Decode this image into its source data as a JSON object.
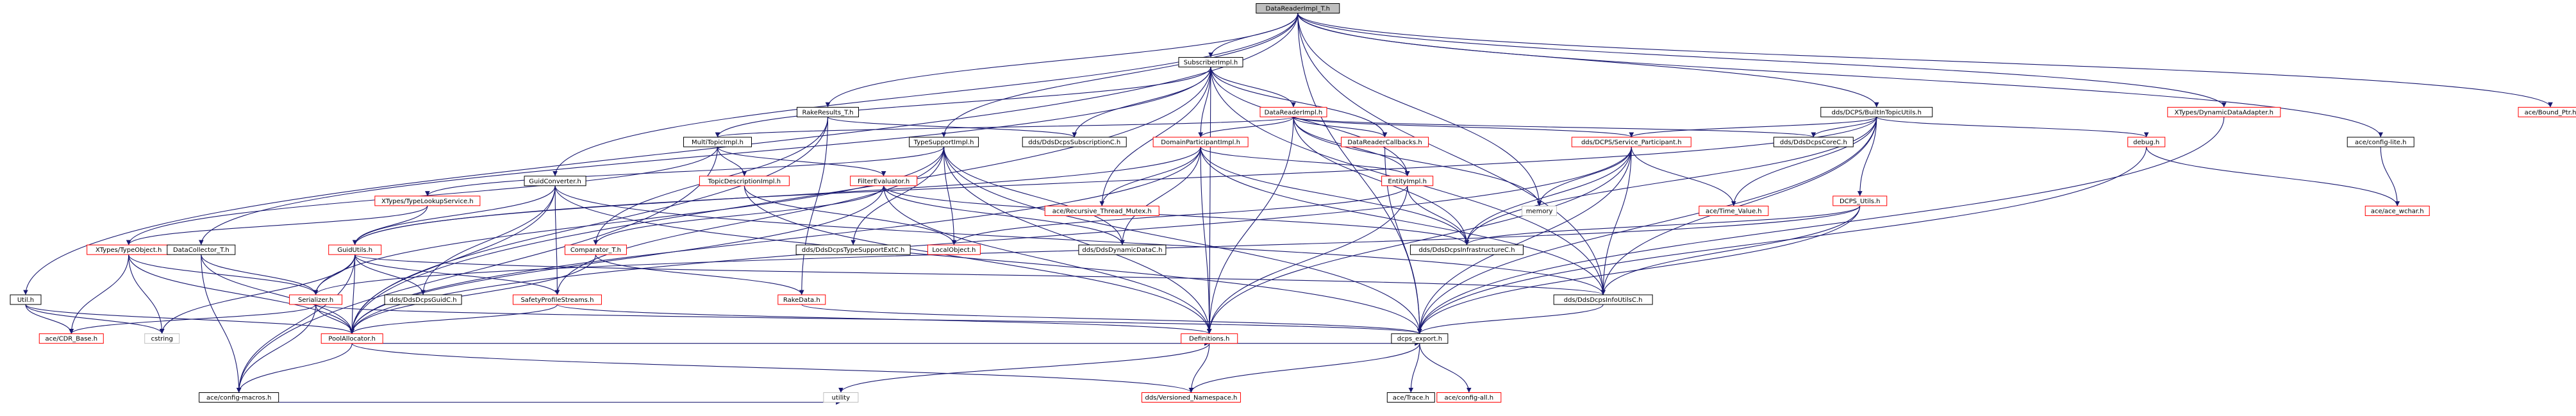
{
  "diagram": {
    "type": "include-dependency-graph",
    "root": "DataReaderImpl_T.h",
    "colors": {
      "edge": "#191970",
      "root_fill": "#bfbfbf",
      "node_fill": "#ffffff",
      "documented_border": "#000000",
      "undocumented_border": "#ff0000"
    },
    "nodes": [
      {
        "id": "root",
        "label": "DataReaderImpl_T.h",
        "style": "root"
      },
      {
        "id": "subscriberimpl",
        "label": "SubscriberImpl.h",
        "style": "black"
      },
      {
        "id": "rakeresults",
        "label": "RakeResults_T.h",
        "style": "black"
      },
      {
        "id": "typesupportimpl",
        "label": "TypeSupportImpl.h",
        "style": "black"
      },
      {
        "id": "datareaderimpl",
        "label": "DataReaderImpl.h",
        "style": "red"
      },
      {
        "id": "builtintopicutils",
        "label": "dds/DCPS/BuiltInTopicUtils.h",
        "style": "black"
      },
      {
        "id": "xtypesdynadapter",
        "label": "XTypes/DynamicDataAdapter.h",
        "style": "red"
      },
      {
        "id": "aceconfiglite",
        "label": "ace/config-lite.h",
        "style": "black"
      },
      {
        "id": "aceboundptr",
        "label": "ace/Bound_Ptr.h",
        "style": "red"
      },
      {
        "id": "multitopicimpl",
        "label": "MultiTopicImpl.h",
        "style": "black"
      },
      {
        "id": "ddssubscriptionc",
        "label": "dds/DdsDcpsSubscriptionC.h",
        "style": "black"
      },
      {
        "id": "domainparticipantimpl",
        "label": "DomainParticipantImpl.h",
        "style": "red"
      },
      {
        "id": "datareadercallbacks",
        "label": "DataReaderCallbacks.h",
        "style": "red"
      },
      {
        "id": "serviceparticipant",
        "label": "dds/DCPS/Service_Participant.h",
        "style": "red"
      },
      {
        "id": "ddscorec",
        "label": "dds/DdsDcpsCoreC.h",
        "style": "black"
      },
      {
        "id": "debug",
        "label": "debug.h",
        "style": "red"
      },
      {
        "id": "guidconverter",
        "label": "GuidConverter.h",
        "style": "black"
      },
      {
        "id": "topicdescriptionimpl",
        "label": "TopicDescriptionImpl.h",
        "style": "red"
      },
      {
        "id": "filterevaluator",
        "label": "FilterEvaluator.h",
        "style": "red"
      },
      {
        "id": "xtypeslookup",
        "label": "XTypes/TypeLookupService.h",
        "style": "red"
      },
      {
        "id": "recursivemutex",
        "label": "ace/Recursive_Thread_Mutex.h",
        "style": "red"
      },
      {
        "id": "entityimpl",
        "label": "EntityImpl.h",
        "style": "red"
      },
      {
        "id": "memory",
        "label": "memory",
        "style": "gray"
      },
      {
        "id": "timevalue",
        "label": "ace/Time_Value.h",
        "style": "red"
      },
      {
        "id": "dcpsutils",
        "label": "DCPS_Utils.h",
        "style": "red"
      },
      {
        "id": "aceecho",
        "label": "ace/ace_wchar.h",
        "style": "red"
      },
      {
        "id": "xtypestypeobject",
        "label": "XTypes/TypeObject.h",
        "style": "red"
      },
      {
        "id": "datacollector",
        "label": "DataCollector_T.h",
        "style": "black"
      },
      {
        "id": "guidutils",
        "label": "GuidUtils.h",
        "style": "red"
      },
      {
        "id": "comparator",
        "label": "Comparator_T.h",
        "style": "red"
      },
      {
        "id": "typesupportextc",
        "label": "dds/DdsDcpsTypeSupportExtC.h",
        "style": "black"
      },
      {
        "id": "localobject",
        "label": "LocalObject.h",
        "style": "red"
      },
      {
        "id": "dynamicdatac",
        "label": "dds/DdsDynamicDataC.h",
        "style": "black"
      },
      {
        "id": "infrastructurec",
        "label": "dds/DdsDcpsInfrastructureC.h",
        "style": "black"
      },
      {
        "id": "utilh",
        "label": "Util.h",
        "style": "black"
      },
      {
        "id": "serializer",
        "label": "Serializer.h",
        "style": "red"
      },
      {
        "id": "guidc",
        "label": "dds/DdsDcpsGuidC.h",
        "style": "black"
      },
      {
        "id": "safetyprofile",
        "label": "SafetyProfileStreams.h",
        "style": "red"
      },
      {
        "id": "rakedata",
        "label": "RakeData.h",
        "style": "red"
      },
      {
        "id": "infoutilsc",
        "label": "dds/DdsDcpsInfoUtilsC.h",
        "style": "black"
      },
      {
        "id": "acecdrbase",
        "label": "ace/CDR_Base.h",
        "style": "red"
      },
      {
        "id": "cstring",
        "label": "cstring",
        "style": "gray"
      },
      {
        "id": "poolallocator",
        "label": "PoolAllocator.h",
        "style": "red"
      },
      {
        "id": "definitions",
        "label": "Definitions.h",
        "style": "red"
      },
      {
        "id": "dcpsexport",
        "label": "dcps_export.h",
        "style": "black"
      },
      {
        "id": "aceconfigmacros",
        "label": "ace/config-macros.h",
        "style": "black"
      },
      {
        "id": "utility",
        "label": "utility",
        "style": "gray"
      },
      {
        "id": "versionednamespace",
        "label": "dds/Versioned_Namespace.h",
        "style": "red"
      },
      {
        "id": "acetrace",
        "label": "ace/Trace.h",
        "style": "black"
      },
      {
        "id": "aceconfigall",
        "label": "ace/config-all.h",
        "style": "red"
      }
    ],
    "edges": [
      [
        "root",
        "subscriberimpl"
      ],
      [
        "root",
        "rakeresults"
      ],
      [
        "root",
        "typesupportimpl"
      ],
      [
        "root",
        "builtintopicutils"
      ],
      [
        "root",
        "xtypesdynadapter"
      ],
      [
        "root",
        "aceconfiglite"
      ],
      [
        "root",
        "aceboundptr"
      ],
      [
        "root",
        "guidconverter"
      ],
      [
        "root",
        "memory"
      ],
      [
        "root",
        "utilh"
      ],
      [
        "root",
        "dcpsexport"
      ],
      [
        "root",
        "infoutilsc"
      ],
      [
        "subscriberimpl",
        "datareaderimpl"
      ],
      [
        "subscriberimpl",
        "multitopicimpl"
      ],
      [
        "subscriberimpl",
        "ddssubscriptionc"
      ],
      [
        "subscriberimpl",
        "domainparticipantimpl"
      ],
      [
        "subscriberimpl",
        "datareadercallbacks"
      ],
      [
        "subscriberimpl",
        "entityimpl"
      ],
      [
        "subscriberimpl",
        "definitions"
      ],
      [
        "subscriberimpl",
        "poolallocator"
      ],
      [
        "subscriberimpl",
        "infoutilsc"
      ],
      [
        "subscriberimpl",
        "datacollector"
      ],
      [
        "subscriberimpl",
        "recursivemutex"
      ],
      [
        "rakeresults",
        "ddssubscriptionc"
      ],
      [
        "rakeresults",
        "comparator"
      ],
      [
        "rakeresults",
        "rakedata"
      ],
      [
        "rakeresults",
        "poolallocator"
      ],
      [
        "typesupportimpl",
        "xtypeslookup"
      ],
      [
        "typesupportimpl",
        "typesupportextc"
      ],
      [
        "typesupportimpl",
        "localobject"
      ],
      [
        "typesupportimpl",
        "dynamicdatac"
      ],
      [
        "typesupportimpl",
        "serializer"
      ],
      [
        "typesupportimpl",
        "safetyprofile"
      ],
      [
        "typesupportimpl",
        "definitions"
      ],
      [
        "typesupportimpl",
        "dcpsexport"
      ],
      [
        "datareaderimpl",
        "multitopicimpl"
      ],
      [
        "datareaderimpl",
        "domainparticipantimpl"
      ],
      [
        "datareaderimpl",
        "datareadercallbacks"
      ],
      [
        "datareaderimpl",
        "serviceparticipant"
      ],
      [
        "datareaderimpl",
        "memory"
      ],
      [
        "datareaderimpl",
        "entityimpl"
      ],
      [
        "datareaderimpl",
        "infrastructurec"
      ],
      [
        "datareaderimpl",
        "definitions"
      ],
      [
        "datareaderimpl",
        "ddscorec"
      ],
      [
        "builtintopicutils",
        "serviceparticipant"
      ],
      [
        "builtintopicutils",
        "ddscorec"
      ],
      [
        "builtintopicutils",
        "debug"
      ],
      [
        "builtintopicutils",
        "dcpsutils"
      ],
      [
        "builtintopicutils",
        "infrastructurec"
      ],
      [
        "builtintopicutils",
        "infoutilsc"
      ],
      [
        "builtintopicutils",
        "timevalue"
      ],
      [
        "builtintopicutils",
        "dcpsexport"
      ],
      [
        "builtintopicutils",
        "guidutils"
      ],
      [
        "xtypesdynadapter",
        "dcpsexport"
      ],
      [
        "aceconfiglite",
        "aceecho"
      ],
      [
        "multitopicimpl",
        "topicdescriptionimpl"
      ],
      [
        "multitopicimpl",
        "filterevaluator"
      ],
      [
        "multitopicimpl",
        "aceconfigmacros"
      ],
      [
        "multitopicimpl",
        "xtypestypeobject"
      ],
      [
        "domainparticipantimpl",
        "recursivemutex"
      ],
      [
        "domainparticipantimpl",
        "entityimpl"
      ],
      [
        "domainparticipantimpl",
        "definitions"
      ],
      [
        "domainparticipantimpl",
        "infrastructurec"
      ],
      [
        "domainparticipantimpl",
        "guidutils"
      ],
      [
        "domainparticipantimpl",
        "poolallocator"
      ],
      [
        "domainparticipantimpl",
        "dynamicdatac"
      ],
      [
        "domainparticipantimpl",
        "infoutilsc"
      ],
      [
        "datareadercallbacks",
        "dcpsexport"
      ],
      [
        "serviceparticipant",
        "memory"
      ],
      [
        "serviceparticipant",
        "timevalue"
      ],
      [
        "serviceparticipant",
        "infrastructurec"
      ],
      [
        "serviceparticipant",
        "infoutilsc"
      ],
      [
        "serviceparticipant",
        "dcpsexport"
      ],
      [
        "serviceparticipant",
        "definitions"
      ],
      [
        "serviceparticipant",
        "poolallocator"
      ],
      [
        "debug",
        "aceecho"
      ],
      [
        "debug",
        "dcpsexport"
      ],
      [
        "guidconverter",
        "guidutils"
      ],
      [
        "guidconverter",
        "guidc"
      ],
      [
        "guidconverter",
        "safetyprofile"
      ],
      [
        "guidconverter",
        "poolallocator"
      ],
      [
        "guidconverter",
        "dcpsexport"
      ],
      [
        "guidconverter",
        "infoutilsc"
      ],
      [
        "topicdescriptionimpl",
        "localobject"
      ],
      [
        "topicdescriptionimpl",
        "definitions"
      ],
      [
        "filterevaluator",
        "comparator"
      ],
      [
        "filterevaluator",
        "poolallocator"
      ],
      [
        "filterevaluator",
        "definitions"
      ],
      [
        "filterevaluator",
        "dynamicdatac"
      ],
      [
        "filterevaluator",
        "infrastructurec"
      ],
      [
        "xtypeslookup",
        "xtypestypeobject"
      ],
      [
        "xtypeslookup",
        "guidutils"
      ],
      [
        "entityimpl",
        "localobject"
      ],
      [
        "entityimpl",
        "infrastructurec"
      ],
      [
        "entityimpl",
        "definitions"
      ],
      [
        "dcpsutils",
        "infrastructurec"
      ],
      [
        "dcpsutils",
        "infoutilsc"
      ],
      [
        "dcpsutils",
        "serializer"
      ],
      [
        "dcpsutils",
        "dcpsexport"
      ],
      [
        "xtypestypeobject",
        "serializer"
      ],
      [
        "xtypestypeobject",
        "acecdrbase"
      ],
      [
        "xtypestypeobject",
        "cstring"
      ],
      [
        "xtypestypeobject",
        "poolallocator"
      ],
      [
        "datacollector",
        "serializer"
      ],
      [
        "datacollector",
        "poolallocator"
      ],
      [
        "datacollector",
        "aceconfigmacros"
      ],
      [
        "guidutils",
        "serializer"
      ],
      [
        "guidutils",
        "guidc"
      ],
      [
        "guidutils",
        "safetyprofile"
      ],
      [
        "guidutils",
        "poolallocator"
      ],
      [
        "guidutils",
        "infoutilsc"
      ],
      [
        "guidutils",
        "cstring"
      ],
      [
        "guidutils",
        "aceconfigmacros"
      ],
      [
        "comparator",
        "rakedata"
      ],
      [
        "comparator",
        "poolallocator"
      ],
      [
        "utilh",
        "acecdrbase"
      ],
      [
        "utilh",
        "cstring"
      ],
      [
        "utilh",
        "poolallocator"
      ],
      [
        "serializer",
        "acecdrbase"
      ],
      [
        "serializer",
        "poolallocator"
      ],
      [
        "serializer",
        "dcpsexport"
      ],
      [
        "serializer",
        "aceconfigmacros"
      ],
      [
        "safetyprofile",
        "poolallocator"
      ],
      [
        "safetyprofile",
        "definitions"
      ],
      [
        "rakedata",
        "dcpsexport"
      ],
      [
        "infoutilsc",
        "dcpsexport"
      ],
      [
        "poolallocator",
        "aceconfigmacros"
      ],
      [
        "poolallocator",
        "definitions"
      ],
      [
        "poolallocator",
        "versionednamespace"
      ],
      [
        "definitions",
        "versionednamespace"
      ],
      [
        "definitions",
        "utility"
      ],
      [
        "definitions",
        "dcpsexport"
      ],
      [
        "dcpsexport",
        "versionednamespace"
      ],
      [
        "dcpsexport",
        "acetrace"
      ],
      [
        "dcpsexport",
        "aceconfigall"
      ],
      [
        "aceconfigmacros",
        "utility"
      ]
    ]
  }
}
